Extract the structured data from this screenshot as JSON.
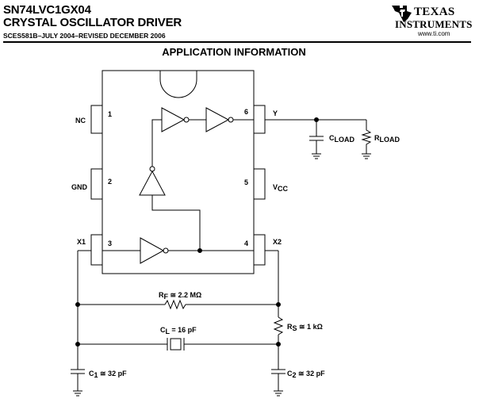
{
  "header": {
    "part_number": "SN74LVC1GX04",
    "device_title": "CRYSTAL OSCILLATOR DRIVER",
    "doc_ref": "SCES581B–JULY 2004–REVISED DECEMBER 2006"
  },
  "logo": {
    "line1": "TEXAS",
    "line2": "INSTRUMENTS",
    "url": "www.ti.com"
  },
  "section_title": "APPLICATION INFORMATION",
  "pins": {
    "p1": {
      "name": "NC",
      "number": "1"
    },
    "p2": {
      "name": "GND",
      "number": "2"
    },
    "p3": {
      "name": "X1",
      "number": "3"
    },
    "p4": {
      "name": "X2",
      "number": "4"
    },
    "p5": {
      "name": "V",
      "sub": "CC",
      "number": "5"
    },
    "p6": {
      "name": "Y",
      "number": "6"
    }
  },
  "components": {
    "cload": {
      "main": "C",
      "sub": "LOAD"
    },
    "rload": {
      "main": "R",
      "sub": "LOAD"
    },
    "rf": {
      "main": "R",
      "sub": "F",
      "value": " ≅ 2.2 MΩ"
    },
    "rs": {
      "main": "R",
      "sub": "S",
      "value": " ≅ 1 kΩ"
    },
    "cl": {
      "main": "C",
      "sub": "L",
      "value": " = 16 pF"
    },
    "c1": {
      "main": "C",
      "sub": "1",
      "value": " ≅ 32 pF"
    },
    "c2": {
      "main": "C",
      "sub": "2",
      "value": " ≅ 32 pF"
    }
  }
}
